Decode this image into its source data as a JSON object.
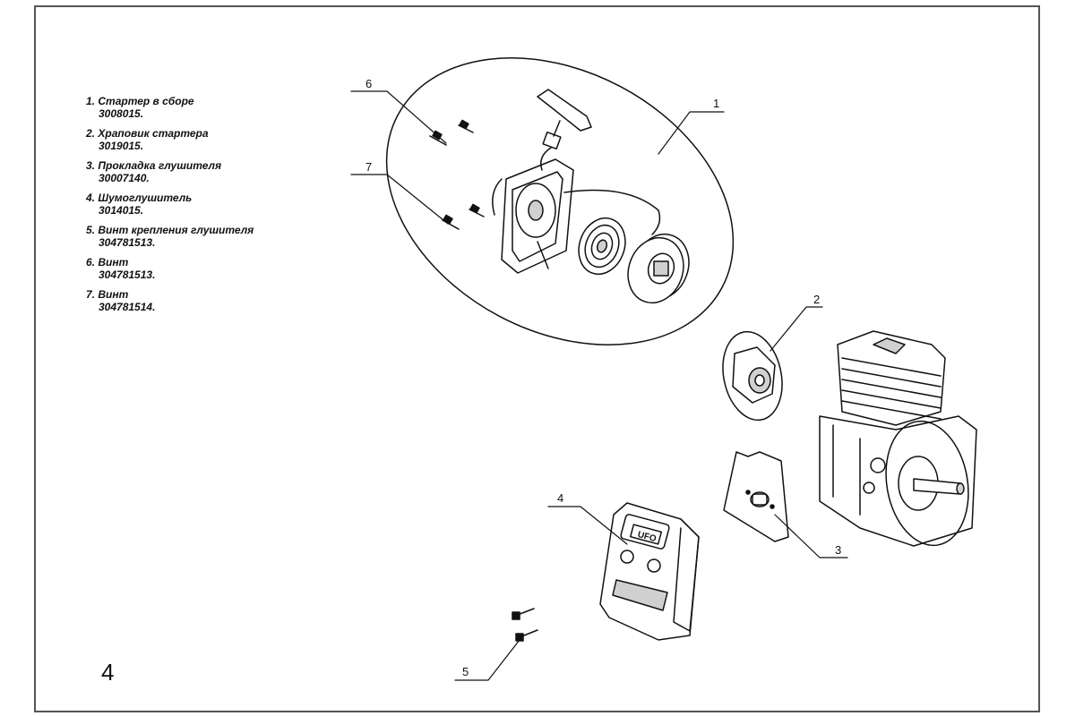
{
  "legend": [
    {
      "number": "1.",
      "name": "Стартер в сборе",
      "code": "3008015."
    },
    {
      "number": "2.",
      "name": "Храповик стартера",
      "code": "3019015."
    },
    {
      "number": "3.",
      "name": "Прокладка глушителя",
      "code": "30007140."
    },
    {
      "number": "4.",
      "name": "Шумоглушитель",
      "code": "3014015."
    },
    {
      "number": "5.",
      "name": "Винт крепления глушителя",
      "code": "304781513."
    },
    {
      "number": "6.",
      "name": "Винт",
      "code": "304781513."
    },
    {
      "number": "7.",
      "name": "Винт",
      "code": "304781514."
    }
  ],
  "callouts": [
    "1",
    "2",
    "3",
    "4",
    "5",
    "6",
    "7"
  ],
  "muffler_logo": "UFO",
  "page_number": "4",
  "colors": {
    "line": "#111111",
    "frame": "#555555",
    "shade": "#d0d0d0"
  }
}
